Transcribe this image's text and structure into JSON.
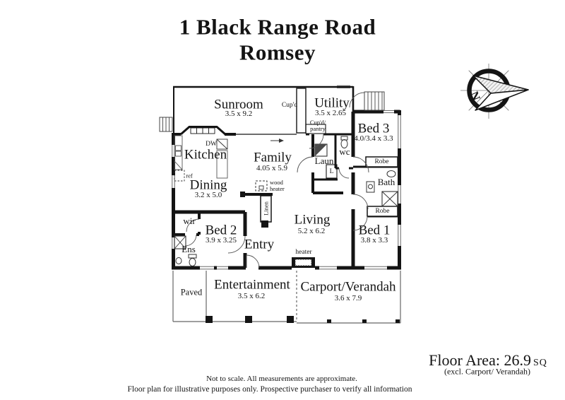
{
  "title": {
    "line1": "1 Black Range Road",
    "line2": "Romsey"
  },
  "rooms": {
    "sunroom": {
      "name": "Sunroom",
      "dims": "3.5 x 9.2"
    },
    "utility": {
      "name": "Utility",
      "dims": "3.5 x 2.65"
    },
    "bed3": {
      "name": "Bed 3",
      "dims": "4.0/3.4 x 3.3"
    },
    "kitchen": {
      "name": "Kitchen"
    },
    "family": {
      "name": "Family",
      "dims": "4.05 x 5.9"
    },
    "dining": {
      "name": "Dining",
      "dims": "3.2 x 5.0"
    },
    "living": {
      "name": "Living",
      "dims": "5.2 x 6.2"
    },
    "bed2": {
      "name": "Bed 2",
      "dims": "3.9 x 3.25"
    },
    "bed1": {
      "name": "Bed 1",
      "dims": "3.8 x 3.3"
    },
    "bath": {
      "name": "Bath"
    },
    "entry": {
      "name": "Entry"
    },
    "laundry": {
      "name": "Laun"
    },
    "wc": {
      "name": "wc"
    },
    "wir": {
      "name": "wir"
    },
    "ensuite": {
      "name": "Ens"
    },
    "entertainment": {
      "name": "Entertainment",
      "dims": "3.5 x 6.2"
    },
    "carport": {
      "name": "Carport/Verandah",
      "dims": "3.6 x 7.9"
    },
    "paved": {
      "name": "Paved"
    }
  },
  "labels": {
    "cupd": "Cup'd",
    "cupd_pantry": "Cup'd/\npantry",
    "dw": "DW",
    "ref": "ref",
    "robe": "Robe",
    "linen": "Linen",
    "linen_short": "L",
    "wood_heater": "wood\nheater",
    "heater": "heater"
  },
  "compass": {
    "north": "N"
  },
  "footer": {
    "floor_area_label": "Floor Area: 26.9",
    "floor_area_unit": "SQ",
    "floor_area_note": "(excl. Carport/ Verandah)",
    "disclaimer_line1": "Not to scale. All measurements are approximate.",
    "disclaimer_line2": "Floor plan for illustrative purposes only. Prospective purchaser to verify all information"
  }
}
